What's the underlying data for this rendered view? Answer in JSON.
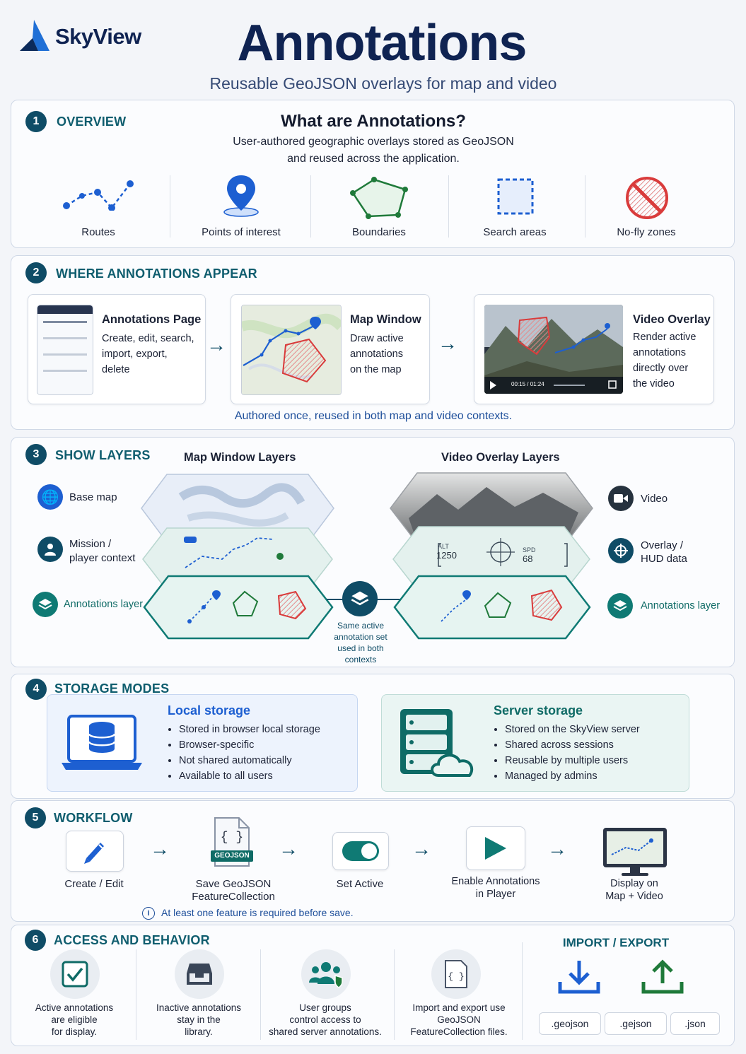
{
  "brand": {
    "name": "SkyView"
  },
  "header": {
    "title": "Annotations",
    "subtitle": "Reusable GeoJSON overlays for map and video"
  },
  "overview": {
    "num": "1",
    "title": "OVERVIEW",
    "heading": "What are Annotations?",
    "desc1": "User-authored geographic overlays stored as GeoJSON",
    "desc2": "and reused across the application.",
    "items": [
      {
        "label": "Routes",
        "icon": "route-icon"
      },
      {
        "label": "Points of interest",
        "icon": "pin-icon"
      },
      {
        "label": "Boundaries",
        "icon": "polygon-icon"
      },
      {
        "label": "Search areas",
        "icon": "dashed-square-icon"
      },
      {
        "label": "No-fly zones",
        "icon": "no-entry-icon"
      }
    ]
  },
  "where": {
    "num": "2",
    "title": "WHERE ANNOTATIONS APPEAR",
    "cards": [
      {
        "title": "Annotations Page",
        "lines": [
          "Create, edit, search,",
          "import, export,",
          "delete"
        ]
      },
      {
        "title": "Map Window",
        "lines": [
          "Draw active",
          "annotations",
          "on the map"
        ]
      },
      {
        "title": "Video Overlay",
        "lines": [
          "Render active",
          "annotations",
          "directly over",
          "the video"
        ]
      }
    ],
    "video_time": "00:15 / 01:24",
    "footer": "Authored once, reused in both map and video contexts."
  },
  "layers": {
    "num": "3",
    "title": "SHOW LAYERS",
    "map_title": "Map Window Layers",
    "video_title": "Video Overlay Layers",
    "left": [
      "Base map",
      "Mission /",
      "player context",
      "Annotations layer"
    ],
    "right": [
      "Video",
      "Overlay /",
      "HUD data",
      "Annotations layer"
    ],
    "hud": {
      "alt_label": "ALT",
      "alt_value": "1250",
      "spd_label": "SPD",
      "spd_value": "68"
    },
    "center_note": [
      "Same active",
      "annotation set",
      "used in both",
      "contexts"
    ]
  },
  "storage": {
    "num": "4",
    "title": "STORAGE MODES",
    "local": {
      "title": "Local storage",
      "items": [
        "Stored in browser local storage",
        "Browser-specific",
        "Not shared automatically",
        "Available to all users"
      ]
    },
    "server": {
      "title": "Server storage",
      "items": [
        "Stored on the SkyView server",
        "Shared across sessions",
        "Reusable by multiple users",
        "Managed by admins"
      ]
    }
  },
  "workflow": {
    "num": "5",
    "title": "WORKFLOW",
    "steps": [
      {
        "l1": "Create / Edit",
        "l2": ""
      },
      {
        "l1": "Save GeoJSON",
        "l2": "FeatureCollection"
      },
      {
        "l1": "Set Active",
        "l2": ""
      },
      {
        "l1": "Enable Annotations",
        "l2": "in Player"
      },
      {
        "l1": "Display on",
        "l2": "Map + Video"
      }
    ],
    "geojson_tag": "GEOJSON",
    "note": "At least one feature is required before save."
  },
  "access": {
    "num": "6",
    "title": "ACCESS AND BEHAVIOR",
    "items": [
      {
        "lines": [
          "Active annotations",
          "are eligible",
          "for display."
        ]
      },
      {
        "lines": [
          "Inactive annotations",
          "stay in the",
          "library."
        ]
      },
      {
        "lines": [
          "User groups",
          "control access to",
          "shared server annotations."
        ]
      },
      {
        "lines": [
          "Import and export use",
          "GeoJSON",
          "FeatureCollection files."
        ]
      }
    ],
    "io_title": "IMPORT / EXPORT",
    "exts": [
      ".geojson",
      ".gejson",
      ".json"
    ]
  },
  "colors": {
    "navy": "#0f4c66",
    "teal": "#0f7a74",
    "blue": "#1d5fd1",
    "red": "#d93b3b",
    "green": "#1f7a3a"
  }
}
